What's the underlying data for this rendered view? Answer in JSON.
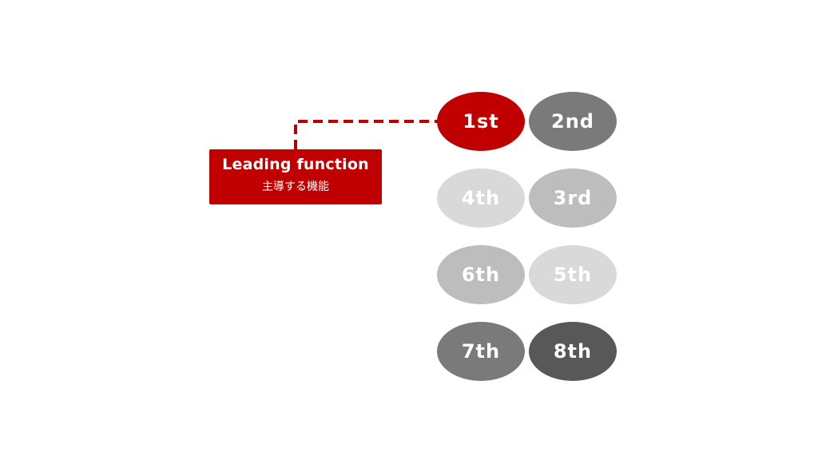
{
  "callout": {
    "title": "Leading function",
    "subtitle": "主導する機能"
  },
  "nodes": {
    "n1": "1st",
    "n2": "2nd",
    "n3": "3rd",
    "n4": "4th",
    "n5": "5th",
    "n6": "6th",
    "n7": "7th",
    "n8": "8th"
  },
  "colors": {
    "accent": "#c00000",
    "dark_gray": "#585858",
    "mid_gray": "#7a7a7a",
    "light_gray": "#bdbdbd",
    "lightest_gray": "#d9d9d9"
  }
}
